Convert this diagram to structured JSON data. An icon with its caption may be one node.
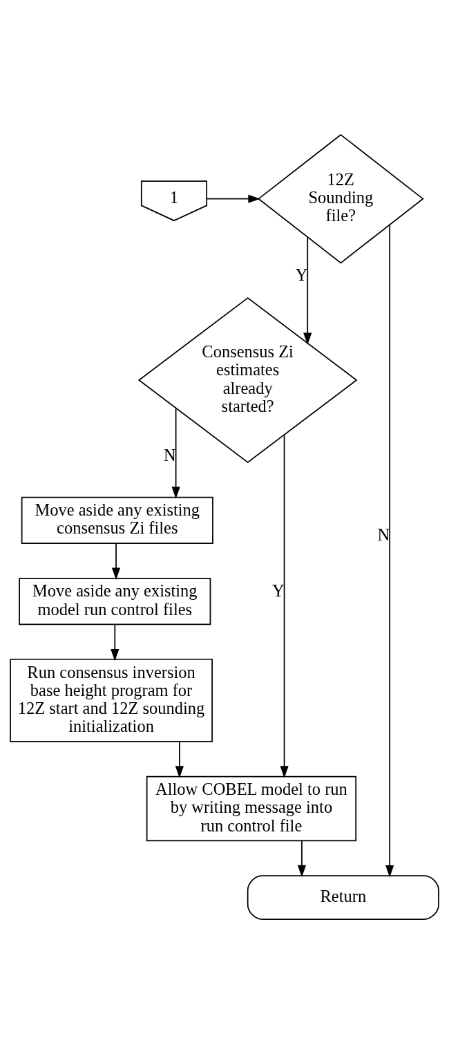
{
  "diagram": {
    "nodes": [
      {
        "text": [
          "1"
        ]
      },
      {
        "text": [
          "12Z Sounding file?"
        ]
      },
      {
        "text": [
          "Consensus Zi estimates already started?"
        ]
      },
      {
        "text": [
          "Move aside any existing consensus Zi files"
        ]
      },
      {
        "text": [
          "Move aside any existing model run control files"
        ]
      },
      {
        "text": [
          "Run consensus inversion base height program for 12Z start and 12Z sounding initialization"
        ]
      },
      {
        "text": [
          "Allow COBEL model to run by writing message into run control file"
        ]
      },
      {
        "text": [
          "Return"
        ]
      }
    ],
    "edges": [
      {
        "from": 0,
        "to": 1,
        "arrow": "to"
      },
      {
        "from": 1,
        "to": 2,
        "arrow": "to",
        "label": "Y"
      },
      {
        "from": 1,
        "to": 7,
        "arrow": "to",
        "label": "N"
      },
      {
        "from": 2,
        "to": 3,
        "arrow": "to",
        "label": "N"
      },
      {
        "from": 2,
        "to": 6,
        "arrow": "to",
        "label": "Y"
      },
      {
        "from": 3,
        "to": 4,
        "arrow": "to"
      },
      {
        "from": 4,
        "to": 5,
        "arrow": "to"
      },
      {
        "from": 5,
        "to": 6,
        "arrow": "to"
      },
      {
        "from": 6,
        "to": 7,
        "arrow": "to"
      }
    ]
  }
}
